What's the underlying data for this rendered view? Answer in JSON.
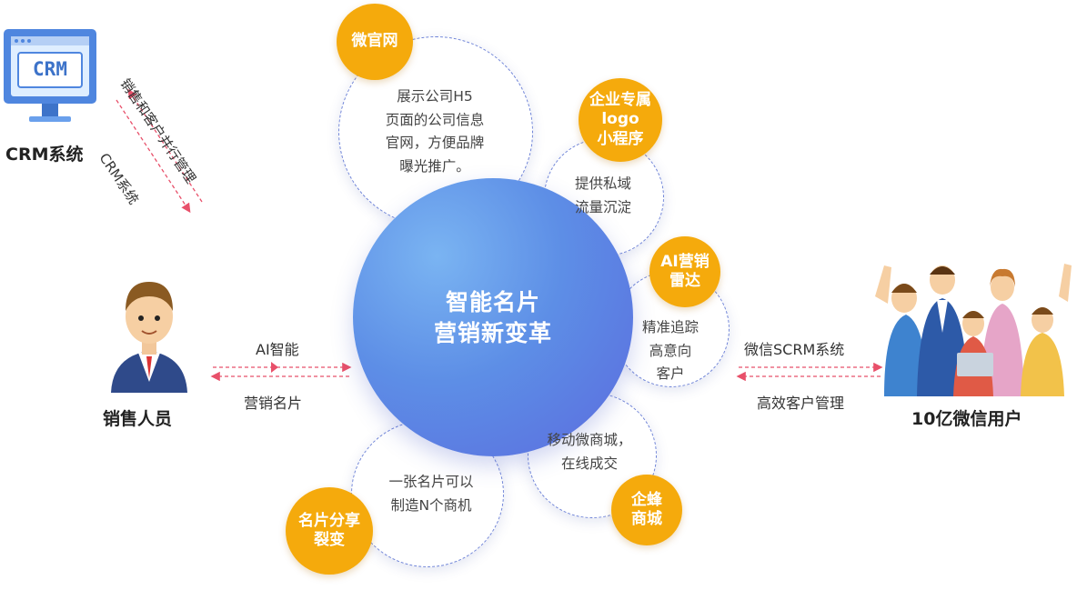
{
  "hub": {
    "line1": "智能名片",
    "line2": "营销新变革"
  },
  "satellites": [
    {
      "badge": "微官网",
      "text": [
        "展示公司H5",
        "页面的公司信息",
        "官网，方便品牌",
        "曝光推广。"
      ]
    },
    {
      "badge": [
        "企业专属",
        "logo",
        "小程序"
      ],
      "text": [
        "提供私域",
        "流量沉淀"
      ]
    },
    {
      "badge": [
        "AI营销",
        "雷达"
      ],
      "text": [
        "精准追踪",
        "高意向",
        "客户"
      ]
    },
    {
      "badge": [
        "企蜂",
        "商城"
      ],
      "text": [
        "移动微商城，",
        "在线成交"
      ]
    },
    {
      "badge": [
        "名片分享",
        "裂变"
      ],
      "text": [
        "一张名片可以",
        "制造N个商机"
      ]
    }
  ],
  "crm": {
    "screen": "CRM",
    "label": "CRM系统",
    "arrow_top": "销售和客户并行管理",
    "arrow_bottom": "CRM系统"
  },
  "sales": {
    "label": "销售人员",
    "arrow_top": "AI智能",
    "arrow_bottom": "营销名片"
  },
  "users": {
    "label": "10亿微信用户",
    "arrow_top": "微信SCRM系统",
    "arrow_bottom": "高效客户管理"
  },
  "colors": {
    "badge": "#f5aa0c",
    "hub": "#5d8ee6",
    "arrow": "#e8506a",
    "dash": "#6f84d8"
  }
}
